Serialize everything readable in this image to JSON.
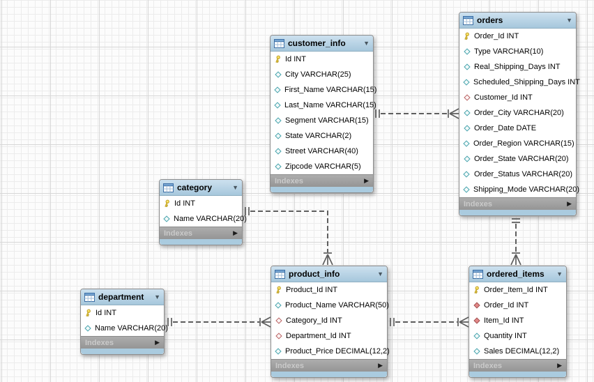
{
  "colors": {
    "table_header": "#b7d3e5",
    "table_bottom_strip": "#aacbdf",
    "indexes_bar": "#9d9d9d",
    "primary_key_icon": "#f7da4a",
    "foreign_key_icon": "#c96a6a",
    "nullable_column_icon": "#44a2ac",
    "relationship_line": "#5e5e5e"
  },
  "diagram": {
    "tables": [
      {
        "id": "orders",
        "name": "orders",
        "footer_label": "Indexes",
        "columns": [
          {
            "icon": "primary-key",
            "text": "Order_Id INT"
          },
          {
            "icon": "nullable",
            "text": "Type VARCHAR(10)"
          },
          {
            "icon": "nullable",
            "text": "Real_Shipping_Days INT"
          },
          {
            "icon": "nullable",
            "text": "Scheduled_Shipping_Days INT"
          },
          {
            "icon": "fk-nullable",
            "text": "Customer_Id INT"
          },
          {
            "icon": "nullable",
            "text": "Order_City VARCHAR(20)"
          },
          {
            "icon": "nullable",
            "text": "Order_Date DATE"
          },
          {
            "icon": "nullable",
            "text": "Order_Region VARCHAR(15)"
          },
          {
            "icon": "nullable",
            "text": "Order_State VARCHAR(20)"
          },
          {
            "icon": "nullable",
            "text": "Order_Status VARCHAR(20)"
          },
          {
            "icon": "nullable",
            "text": "Shipping_Mode VARCHAR(20)"
          }
        ]
      },
      {
        "id": "customer_info",
        "name": "customer_info",
        "footer_label": "Indexes",
        "columns": [
          {
            "icon": "primary-key",
            "text": "Id INT"
          },
          {
            "icon": "nullable",
            "text": "City VARCHAR(25)"
          },
          {
            "icon": "nullable",
            "text": "First_Name VARCHAR(15)"
          },
          {
            "icon": "nullable",
            "text": "Last_Name VARCHAR(15)"
          },
          {
            "icon": "nullable",
            "text": "Segment VARCHAR(15)"
          },
          {
            "icon": "nullable",
            "text": "State VARCHAR(2)"
          },
          {
            "icon": "nullable",
            "text": "Street VARCHAR(40)"
          },
          {
            "icon": "nullable",
            "text": "Zipcode VARCHAR(5)"
          }
        ]
      },
      {
        "id": "category",
        "name": "category",
        "footer_label": "Indexes",
        "columns": [
          {
            "icon": "primary-key",
            "text": "Id INT"
          },
          {
            "icon": "nullable",
            "text": "Name VARCHAR(20)"
          }
        ]
      },
      {
        "id": "department",
        "name": "department",
        "footer_label": "Indexes",
        "columns": [
          {
            "icon": "primary-key",
            "text": "Id INT"
          },
          {
            "icon": "nullable",
            "text": "Name VARCHAR(20)"
          }
        ]
      },
      {
        "id": "product_info",
        "name": "product_info",
        "footer_label": "Indexes",
        "columns": [
          {
            "icon": "primary-key",
            "text": "Product_Id INT"
          },
          {
            "icon": "nullable",
            "text": "Product_Name VARCHAR(50)"
          },
          {
            "icon": "fk-nullable",
            "text": "Category_Id INT"
          },
          {
            "icon": "fk-nullable",
            "text": "Department_Id INT"
          },
          {
            "icon": "nullable",
            "text": "Product_Price DECIMAL(12,2)"
          }
        ]
      },
      {
        "id": "ordered_items",
        "name": "ordered_items",
        "footer_label": "Indexes",
        "columns": [
          {
            "icon": "primary-key",
            "text": "Order_Item_Id INT"
          },
          {
            "icon": "fk-notnull",
            "text": "Order_Id INT"
          },
          {
            "icon": "fk-notnull",
            "text": "Item_Id INT"
          },
          {
            "icon": "nullable",
            "text": "Quantity INT"
          },
          {
            "icon": "nullable",
            "text": "Sales DECIMAL(12,2)"
          }
        ]
      }
    ],
    "relationships": [
      {
        "from": "customer_info",
        "to": "orders",
        "from_cardinality": "one",
        "to_cardinality": "many",
        "style": "dashed"
      },
      {
        "from": "orders",
        "to": "ordered_items",
        "from_cardinality": "one",
        "to_cardinality": "many",
        "style": "dashed"
      },
      {
        "from": "category",
        "to": "product_info",
        "from_cardinality": "one",
        "to_cardinality": "many",
        "style": "dashed"
      },
      {
        "from": "department",
        "to": "product_info",
        "from_cardinality": "one",
        "to_cardinality": "many",
        "style": "dashed"
      },
      {
        "from": "product_info",
        "to": "ordered_items",
        "from_cardinality": "one",
        "to_cardinality": "many",
        "style": "dashed"
      }
    ]
  }
}
